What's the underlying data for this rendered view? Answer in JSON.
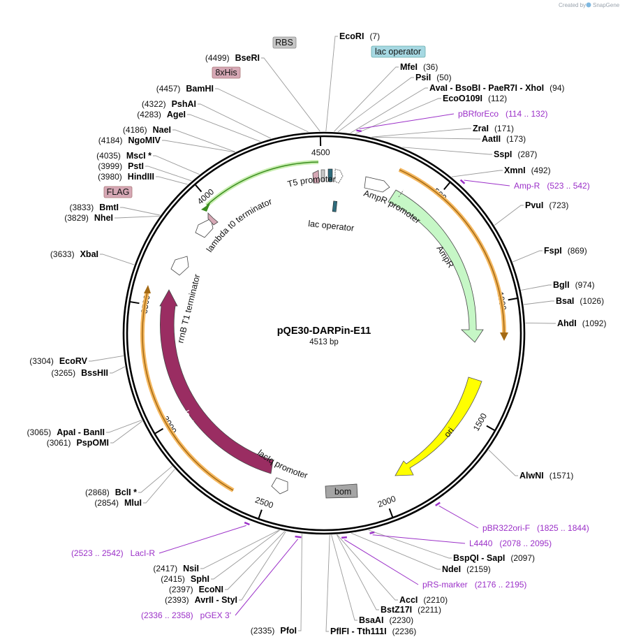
{
  "brand": {
    "created_by": "Created by",
    "app": "SnapGene"
  },
  "plasmid": {
    "name": "pQE30-DARPin-E11",
    "size": "4513 bp"
  },
  "ring_ticks": [
    "500",
    "1000",
    "1500",
    "2000",
    "2500",
    "3000",
    "3500",
    "4000",
    "4500"
  ],
  "enzymes_right": [
    {
      "name": "EcoRI",
      "pos": "(7)"
    },
    {
      "name": "MfeI",
      "pos": "(36)"
    },
    {
      "name": "PsiI",
      "pos": "(50)"
    },
    {
      "name": "AvaI  -  BsoBI  -  PaeR7I  -  XhoI",
      "pos": "(94)"
    },
    {
      "name": "EcoO109I",
      "pos": "(112)"
    },
    {
      "name": "ZraI",
      "pos": "(171)"
    },
    {
      "name": "AatII",
      "pos": "(173)"
    },
    {
      "name": "SspI",
      "pos": "(287)"
    },
    {
      "name": "XmnI",
      "pos": "(492)"
    },
    {
      "name": "PvuI",
      "pos": "(723)"
    },
    {
      "name": "FspI",
      "pos": "(869)"
    },
    {
      "name": "BglI",
      "pos": "(974)"
    },
    {
      "name": "BsaI",
      "pos": "(1026)"
    },
    {
      "name": "AhdI",
      "pos": "(1092)"
    },
    {
      "name": "AlwNI",
      "pos": "(1571)"
    },
    {
      "name": "BspQI  -  SapI",
      "pos": "(2097)"
    },
    {
      "name": "NdeI",
      "pos": "(2159)"
    },
    {
      "name": "AccI",
      "pos": "(2210)"
    },
    {
      "name": "BstZ17I",
      "pos": "(2211)"
    },
    {
      "name": "BsaAI",
      "pos": "(2230)"
    },
    {
      "name": "PflFI  -  Tth111I",
      "pos": "(2236)"
    }
  ],
  "enzymes_left": [
    {
      "name": "BseRI",
      "pos": "(4499)"
    },
    {
      "name": "BamHI",
      "pos": "(4457)"
    },
    {
      "name": "PshAI",
      "pos": "(4322)"
    },
    {
      "name": "AgeI",
      "pos": "(4283)"
    },
    {
      "name": "NaeI",
      "pos": "(4186)"
    },
    {
      "name": "NgoMIV",
      "pos": "(4184)"
    },
    {
      "name": "MscI *",
      "pos": "(4035)"
    },
    {
      "name": "PstI",
      "pos": "(3999)"
    },
    {
      "name": "HindIII",
      "pos": "(3980)"
    },
    {
      "name": "BmtI",
      "pos": "(3833)"
    },
    {
      "name": "NheI",
      "pos": "(3829)"
    },
    {
      "name": "XbaI",
      "pos": "(3633)"
    },
    {
      "name": "EcoRV",
      "pos": "(3304)"
    },
    {
      "name": "BssHII",
      "pos": "(3265)"
    },
    {
      "name": "ApaI  -  BanII",
      "pos": "(3065)"
    },
    {
      "name": "PspOMI",
      "pos": "(3061)"
    },
    {
      "name": "BclI *",
      "pos": "(2868)"
    },
    {
      "name": "MluI",
      "pos": "(2854)"
    },
    {
      "name": "NsiI",
      "pos": "(2417)"
    },
    {
      "name": "SphI",
      "pos": "(2415)"
    },
    {
      "name": "EcoNI",
      "pos": "(2397)"
    },
    {
      "name": "AvrII  -  StyI",
      "pos": "(2393)"
    },
    {
      "name": "PfoI",
      "pos": "(2335)"
    }
  ],
  "primers": [
    {
      "name": "pBRforEco",
      "range": "(114 .. 132)"
    },
    {
      "name": "Amp-R",
      "range": "(523 .. 542)"
    },
    {
      "name": "pBR322ori-F",
      "range": "(1825 .. 1844)"
    },
    {
      "name": "L4440",
      "range": "(2078 .. 2095)"
    },
    {
      "name": "pRS-marker",
      "range": "(2176 .. 2195)"
    },
    {
      "name": "LacI-R",
      "range": "(2523 .. 2542)"
    },
    {
      "name": "pGEX 3'",
      "range": "(2336 .. 2358)"
    }
  ],
  "feature_boxes": [
    "RBS",
    "lac operator",
    "8xHis",
    "FLAG",
    "bom"
  ],
  "features": {
    "t5_promoter": "T5 promoter",
    "lac_operator": "lac operator",
    "ampr_promoter": "AmpR promoter",
    "ampr": "AmpR",
    "ori": "ori",
    "laci": "lacI",
    "laciq_promoter": "lacIq promoter",
    "rrnb_t1": "rrnB T1 terminator",
    "lambda_t0": "lambda t0 terminator"
  },
  "colors": {
    "ampr": "#c6f7c6",
    "ori": "#ffff00",
    "laci": "#9a2d62",
    "orf_outline": "#f5b860",
    "lambda": "#66bb33",
    "primer": "#9b30c8",
    "his_box": "#d6a8b5",
    "lacop_box": "#a6d8e2",
    "grey_box": "#c6c6c6",
    "bom_box": "#a5a5a5"
  }
}
